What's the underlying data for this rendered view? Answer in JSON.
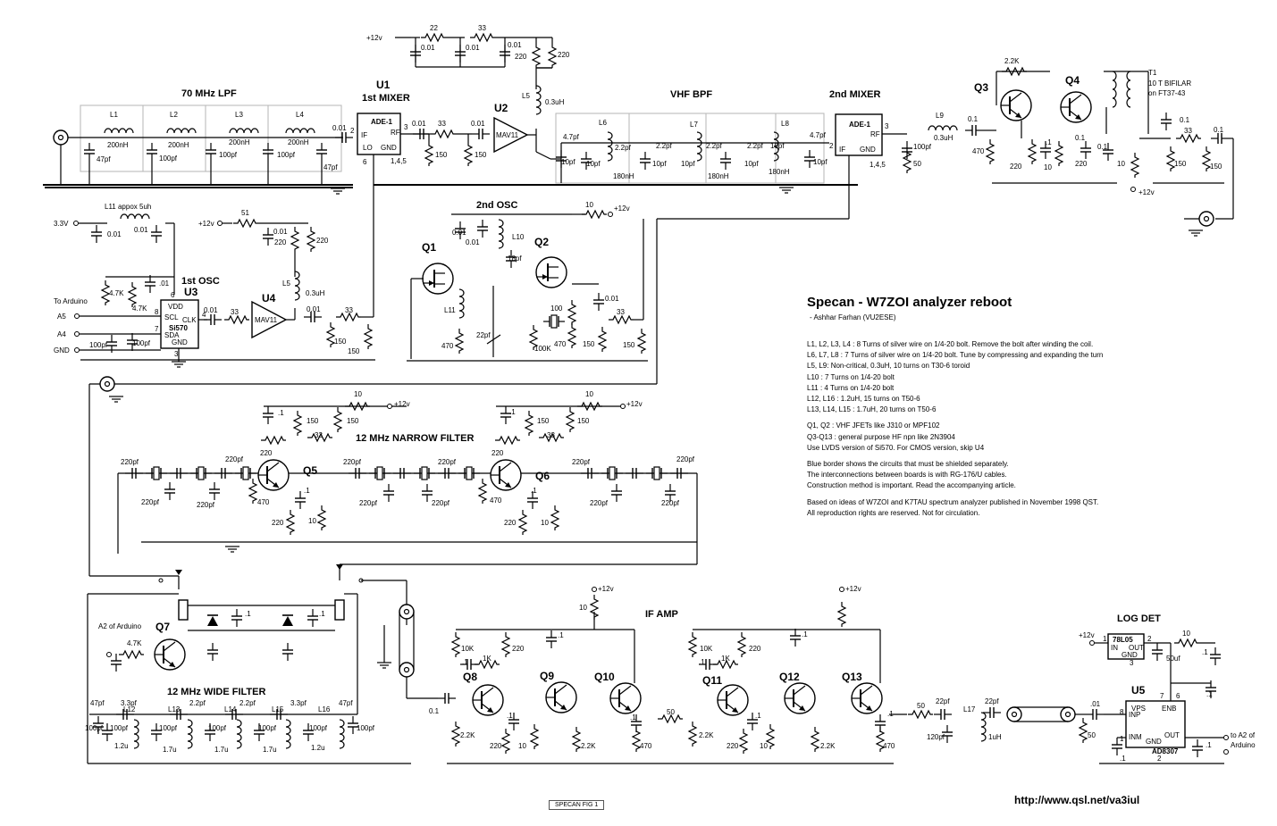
{
  "title": "Specan - W7ZOI analyzer reboot",
  "author": "- Ashhar Farhan (VU2ESE)",
  "url": "http://www.qsl.net/va3iul",
  "figure_label": "SPECAN FIG 1",
  "sections": {
    "lpf": "70 MHz LPF",
    "mixer1": "1st MIXER",
    "vhf_bpf": "VHF BPF",
    "mixer2": "2nd MIXER",
    "osc2": "2nd OSC",
    "osc1": "1st OSC",
    "narrow_filter": "12 MHz NARROW FILTER",
    "wide_filter": "12 MHz WIDE FILTER",
    "if_amp": "IF AMP",
    "log_det": "LOG DET"
  },
  "notes": [
    "L1, L2, L3, L4 : 8 Turns of silver wire on 1/4-20 bolt. Remove the bolt after winding the coil.",
    "L6, L7, L8 : 7 Turns of silver wire on 1/4-20 bolt. Tune by compressing and expanding the turn",
    "L5, L9: Non-critical, 0.3uH, 10 turns on T30-6 toroid",
    "L10 : 7 Turns on 1/4-20 bolt",
    "L11 : 4 Turns on 1/4-20 bolt",
    "L12, L16 : 1.2uH, 15 turns on T50-6",
    "L13, L14, L15 : 1.7uH, 20 turns on T50-6",
    "",
    "Q1, Q2 : VHF JFETs like J310 or MPF102",
    "Q3-Q13 : general purpose HF npn like 2N3904",
    "Use LVDS version of Si570. For CMOS version, skip U4",
    "",
    "Blue border shows the circuits that must be shielded separately.",
    "The interconnections between boards is with RG-176/U cables.",
    "Construction method is important. Read the accompanying article.",
    "",
    "Based on ideas of W7ZOI and K7TAU spectrum analyzer published in November 1998 QST.",
    "All reproduction rights are reserved. Not for circulation."
  ],
  "icons": [
    "coax-connector-icon",
    "ground-icon",
    "transistor-npn-icon",
    "jfet-icon",
    "mixer-block-icon",
    "amplifier-triangle-icon",
    "inductor-icon",
    "capacitor-icon",
    "resistor-icon",
    "crystal-icon",
    "diode-icon",
    "relay-contact-icon"
  ],
  "parts": {
    "u1": {
      "ref": "U1",
      "type": "ADE-1",
      "p1": "IF",
      "p2": "RF",
      "p3": "LO",
      "p4": "GND",
      "pins_a": "2",
      "pins_b": "3",
      "pins_c": "6",
      "pins_d": "1,4,5"
    },
    "u2": {
      "ref": "U2",
      "type": "MAV11"
    },
    "u3": {
      "ref": "U3",
      "type": "Si570",
      "p1": "VDD",
      "p2": "SCL",
      "p3": "SDA",
      "p4": "CLK",
      "p5": "GND",
      "n6": "6",
      "n8": "8",
      "n7": "7",
      "n4": "4",
      "n3": "3"
    },
    "u4": {
      "ref": "U4",
      "type": "MAV11"
    },
    "mx2": {
      "type": "ADE-1",
      "p1": "IF",
      "p2": "RF",
      "p3": "GND",
      "pins_a": "2",
      "pins_b": "3",
      "pins_c": "1,4,5"
    },
    "u5": {
      "ref": "U5",
      "type": "AD8307",
      "p1": "INP",
      "p2": "INM",
      "p3": "VPS",
      "p4": "ENB",
      "p5": "OUT",
      "p6": "GND",
      "n8": "8",
      "n1": "1",
      "n7": "7",
      "n6": "6",
      "n2": "2"
    },
    "reg": {
      "type": "78L05",
      "p1": "IN",
      "p2": "OUT",
      "p3": "GND",
      "n1": "1",
      "n2": "2",
      "n3": "3"
    },
    "t1": {
      "ref": "T1",
      "l1": "10 T BIFILAR",
      "l2": "on FT37-43"
    }
  },
  "transistors": [
    "Q1",
    "Q2",
    "Q3",
    "Q4",
    "Q5",
    "Q6",
    "Q7",
    "Q8",
    "Q9",
    "Q10",
    "Q11",
    "Q12",
    "Q13"
  ],
  "supplies": {
    "p12": "+12v",
    "p33": "3.3V"
  },
  "io": {
    "arduino": "To Arduino",
    "a5": "A5",
    "a4": "A4",
    "gnd": "GND",
    "a2": "A2 of Arduino",
    "to_a2": "to A2 of",
    "arduino2": "Arduino"
  },
  "inductors": {
    "l1": "L1",
    "l2": "L2",
    "l3": "L3",
    "l4": "L4",
    "l5": "L5",
    "l6": "L6",
    "l7": "L7",
    "l8": "L8",
    "l9": "L9",
    "l10": "L10",
    "l11": "L11",
    "l11b": "L11 appox 5uh",
    "l12": "L12",
    "l13": "L13",
    "l14": "L14",
    "l15": "L15",
    "l16": "L16",
    "l17": "L17",
    "v200": "200nH",
    "v03": "0.3uH",
    "v180": "180nH",
    "v12": "1.2u",
    "v17": "1.7u",
    "v1uh": "1uH"
  },
  "values": {
    "c47": "47pf",
    "c100": "100pf",
    "c001": "0.01",
    "c01": "0.1",
    "cdot1": ".1",
    "cdot01": ".01",
    "c22": "2.2pf",
    "c47b": "4.7pf",
    "c10": "10pf",
    "c18": "18pf",
    "c22b": "22pf",
    "c220": "220pf",
    "c33": "3.3pf",
    "c120": "120pf",
    "c50u": "50uf",
    "r22": "22",
    "r33": "33",
    "r220": "220",
    "r150": "150",
    "r470": "470",
    "r50": "50",
    "r51": "51",
    "r10": "10",
    "r100": "100",
    "r100k": "100K",
    "r22k": "2.2K",
    "r47k": "4.7K",
    "r10k": "10K",
    "r1k": "1K"
  }
}
